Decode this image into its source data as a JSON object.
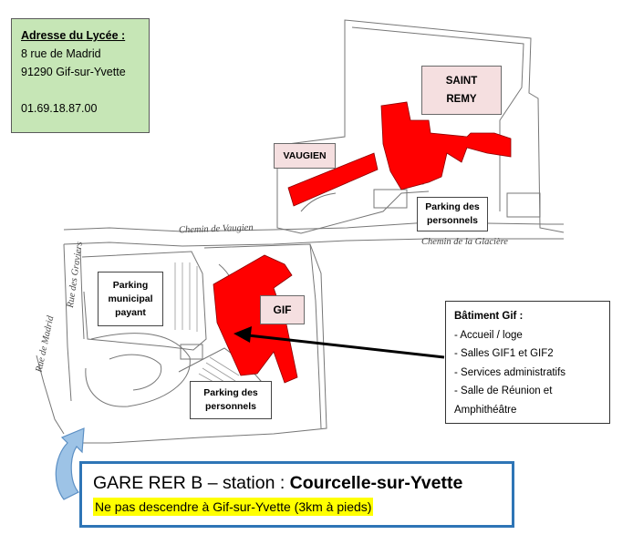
{
  "address": {
    "title": "Adresse du Lycée :",
    "street": "8 rue de Madrid",
    "city": "91290 Gif-sur-Yvette",
    "phone": "01.69.18.87.00"
  },
  "buildings": {
    "saint_remy": "SAINT REMY",
    "vaugien": "VAUGIEN",
    "gif": "GIF"
  },
  "parkings": {
    "saint_remy": "Parking des personnels",
    "municipal": "Parking municipal payant",
    "gif": "Parking des personnels"
  },
  "roads": {
    "chemin_vaugien": "Chemin de Vaugien",
    "chemin_glaciere": "Chemin de la Glacière",
    "rue_graviers": "Rue des Graviers",
    "rue_madrid": "Rue de Madrid"
  },
  "batiment_gif": {
    "title": "Bâtiment Gif :",
    "items": [
      "- Accueil / loge",
      "- Salles GIF1 et GIF2",
      "- Services administratifs",
      "- Salle de Réunion et",
      "Amphithéâtre"
    ]
  },
  "gare": {
    "prefix": "GARE RER B – station : ",
    "station": "Courcelle-sur-Yvette",
    "warning": "Ne pas descendre à Gif-sur-Yvette (3km à pieds)"
  },
  "colors": {
    "building_red": "#ff0000",
    "address_bg": "#c6e6b6",
    "label_pink": "#f5dfe0",
    "gare_border": "#2e75b6",
    "highlight": "#ffff00",
    "arrow_blue": "#9dc3e6"
  }
}
